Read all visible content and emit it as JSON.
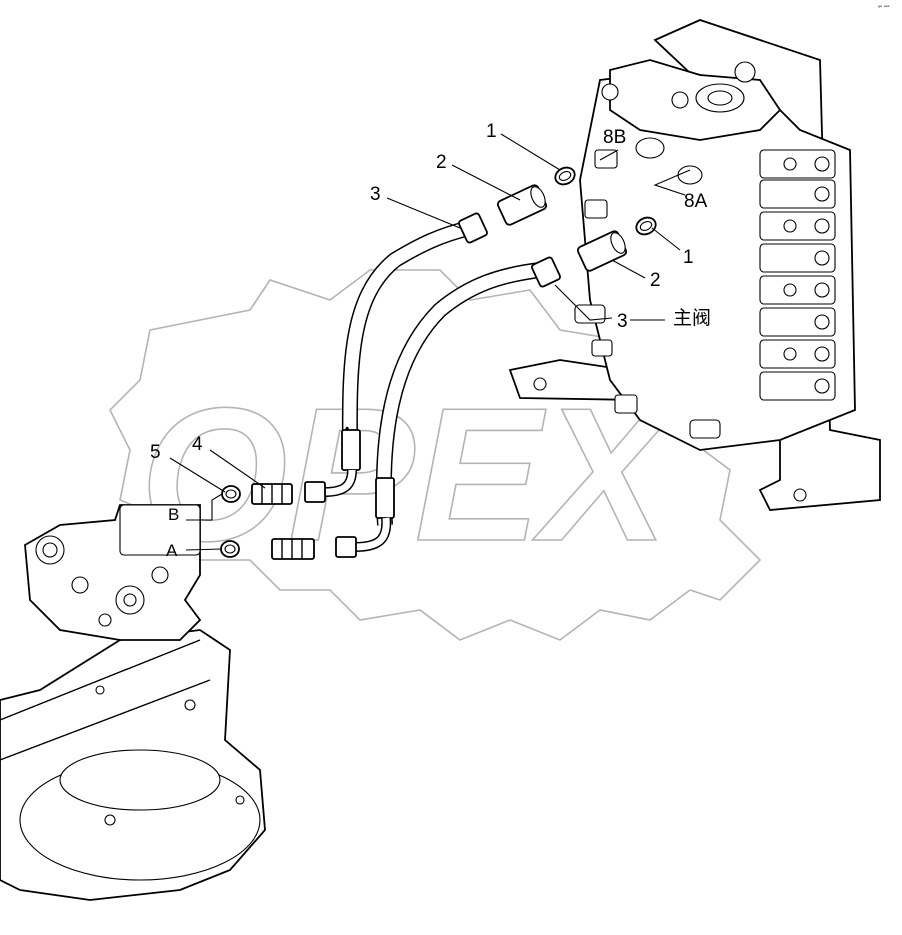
{
  "corner_mark": "ᵍᵉ ᵃᵃᵃ",
  "watermark": "OPEX",
  "callouts": {
    "c1_top": "1",
    "c2_top": "2",
    "c3_top": "3",
    "c8b": "8B",
    "c8a": "8A",
    "c1_mid": "1",
    "c2_mid": "2",
    "c3_mid": "3",
    "main_valve": "主阀",
    "c5": "5",
    "c4": "4"
  },
  "ports": {
    "b": "B",
    "a": "A"
  }
}
